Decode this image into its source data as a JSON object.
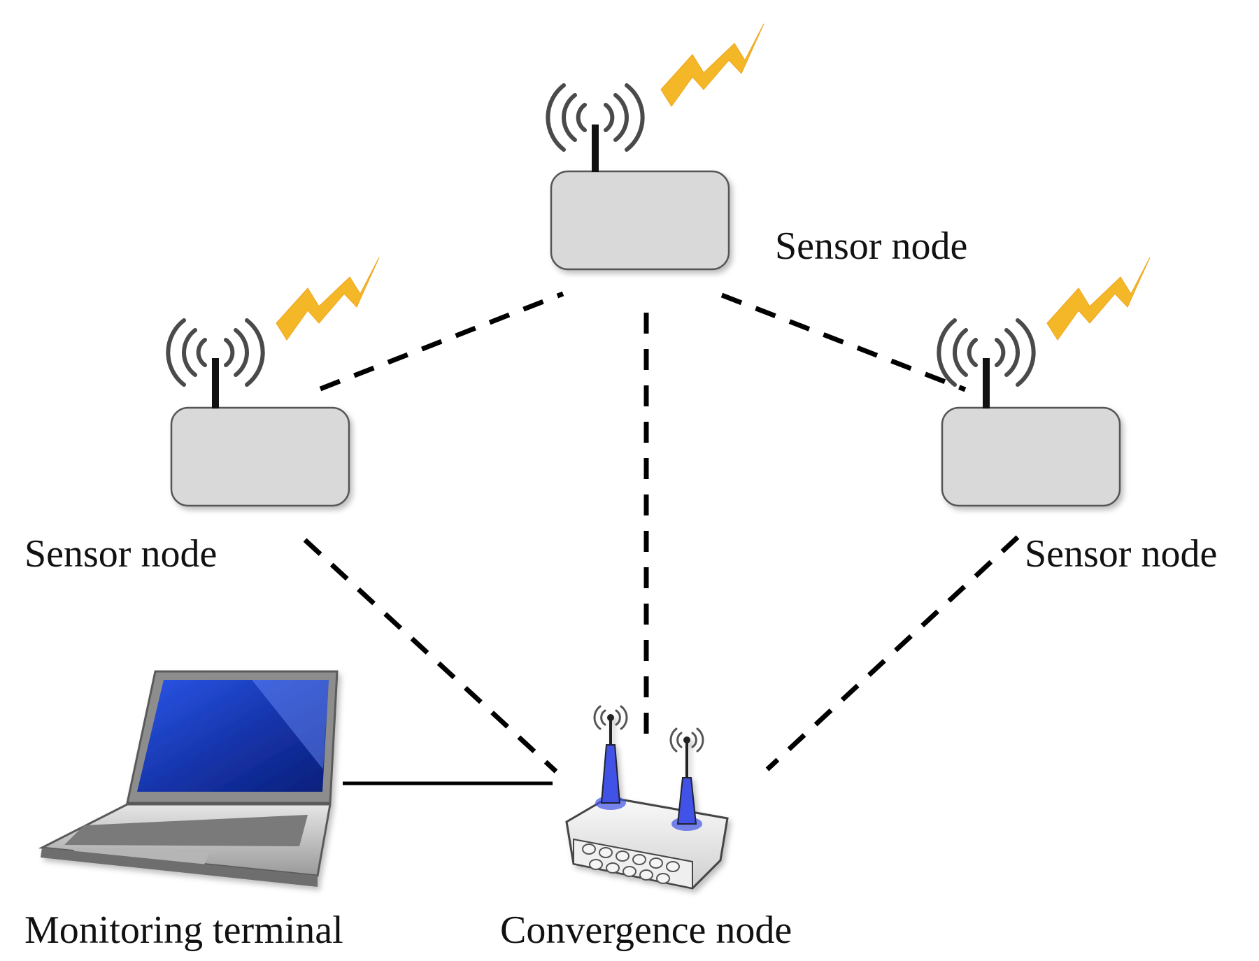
{
  "nodes": {
    "sensor_top": {
      "label": "Sensor node"
    },
    "sensor_left": {
      "label": "Sensor node"
    },
    "sensor_right": {
      "label": "Sensor node"
    },
    "convergence": {
      "label": "Convergence node"
    },
    "monitoring": {
      "label": "Monitoring terminal"
    }
  },
  "links": [
    {
      "from": "sensor_left",
      "to": "sensor_top",
      "style": "dashed"
    },
    {
      "from": "sensor_top",
      "to": "sensor_right",
      "style": "dashed"
    },
    {
      "from": "sensor_top",
      "to": "convergence",
      "style": "dashed"
    },
    {
      "from": "sensor_left",
      "to": "convergence",
      "style": "dashed"
    },
    {
      "from": "sensor_right",
      "to": "convergence",
      "style": "dashed"
    },
    {
      "from": "monitoring",
      "to": "convergence",
      "style": "solid"
    }
  ],
  "colors": {
    "sensor_box": "#d9d9d9",
    "lightning": "#f4b728",
    "antenna_glow": "#3f52e6",
    "laptop_screen": "#1b3fc4",
    "line": "#000000"
  },
  "icons": {
    "sensor": "wireless-sensor-icon",
    "signal": "lightning-bolt-icon",
    "router": "wireless-router-icon",
    "laptop": "laptop-icon"
  }
}
